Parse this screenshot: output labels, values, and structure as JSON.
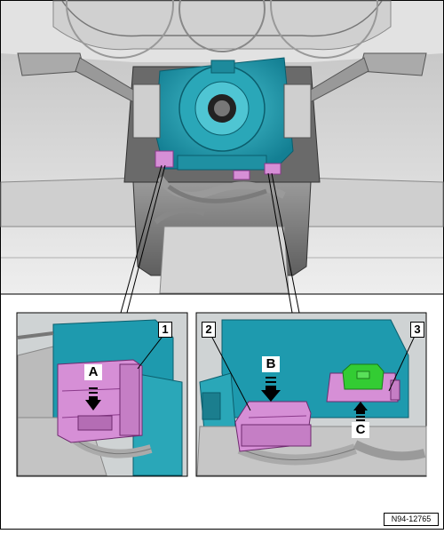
{
  "figure_id": "N94-12765",
  "callouts": {
    "num_1": "1",
    "num_2": "2",
    "num_3": "3",
    "letter_a": "A",
    "letter_b": "B",
    "letter_c": "C"
  },
  "colors": {
    "connector": "#d68fd6",
    "clockspring": "#2a9db0",
    "latch": "#33cc33",
    "background": "#dcdcdc"
  }
}
